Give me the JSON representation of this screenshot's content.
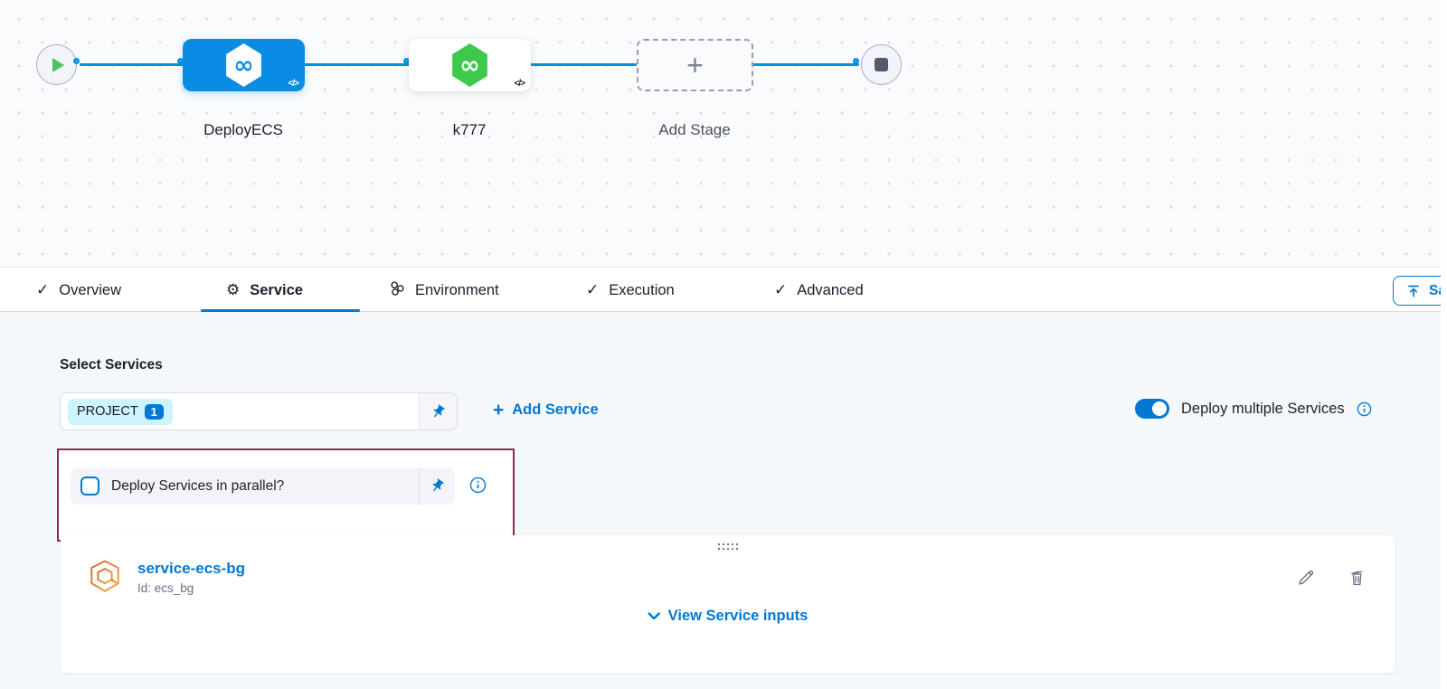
{
  "pipeline": {
    "stages": [
      {
        "label": "DeployECS"
      },
      {
        "label": "k777"
      },
      {
        "label": "Add Stage"
      }
    ]
  },
  "tabs": {
    "overview": "Overview",
    "service": "Service",
    "environment": "Environment",
    "execution": "Execution",
    "advanced": "Advanced"
  },
  "toolbar": {
    "save_label": "Save"
  },
  "services": {
    "section_label": "Select Services",
    "selected_service_tag": "PROJECT",
    "selected_service_count": "1",
    "add_service_label": "Add Service",
    "deploy_multiple_label": "Deploy multiple Services",
    "parallel_label": "Deploy Services in parallel?",
    "card": {
      "name": "service-ecs-bg",
      "id": "Id: ecs_bg",
      "view_inputs": "View Service inputs"
    }
  },
  "glyphs": {
    "infinity": "∞",
    "code": "</>",
    "plus": "+",
    "check": "✓",
    "gear": "⚙"
  },
  "colors": {
    "primary": "#0278d5",
    "flow_line": "#0092e4",
    "stage_blue": "#0b8ce4",
    "stage_green": "#3fc94c",
    "annotation_red": "#8e2a52",
    "ecs_orange": "#e8832d"
  }
}
